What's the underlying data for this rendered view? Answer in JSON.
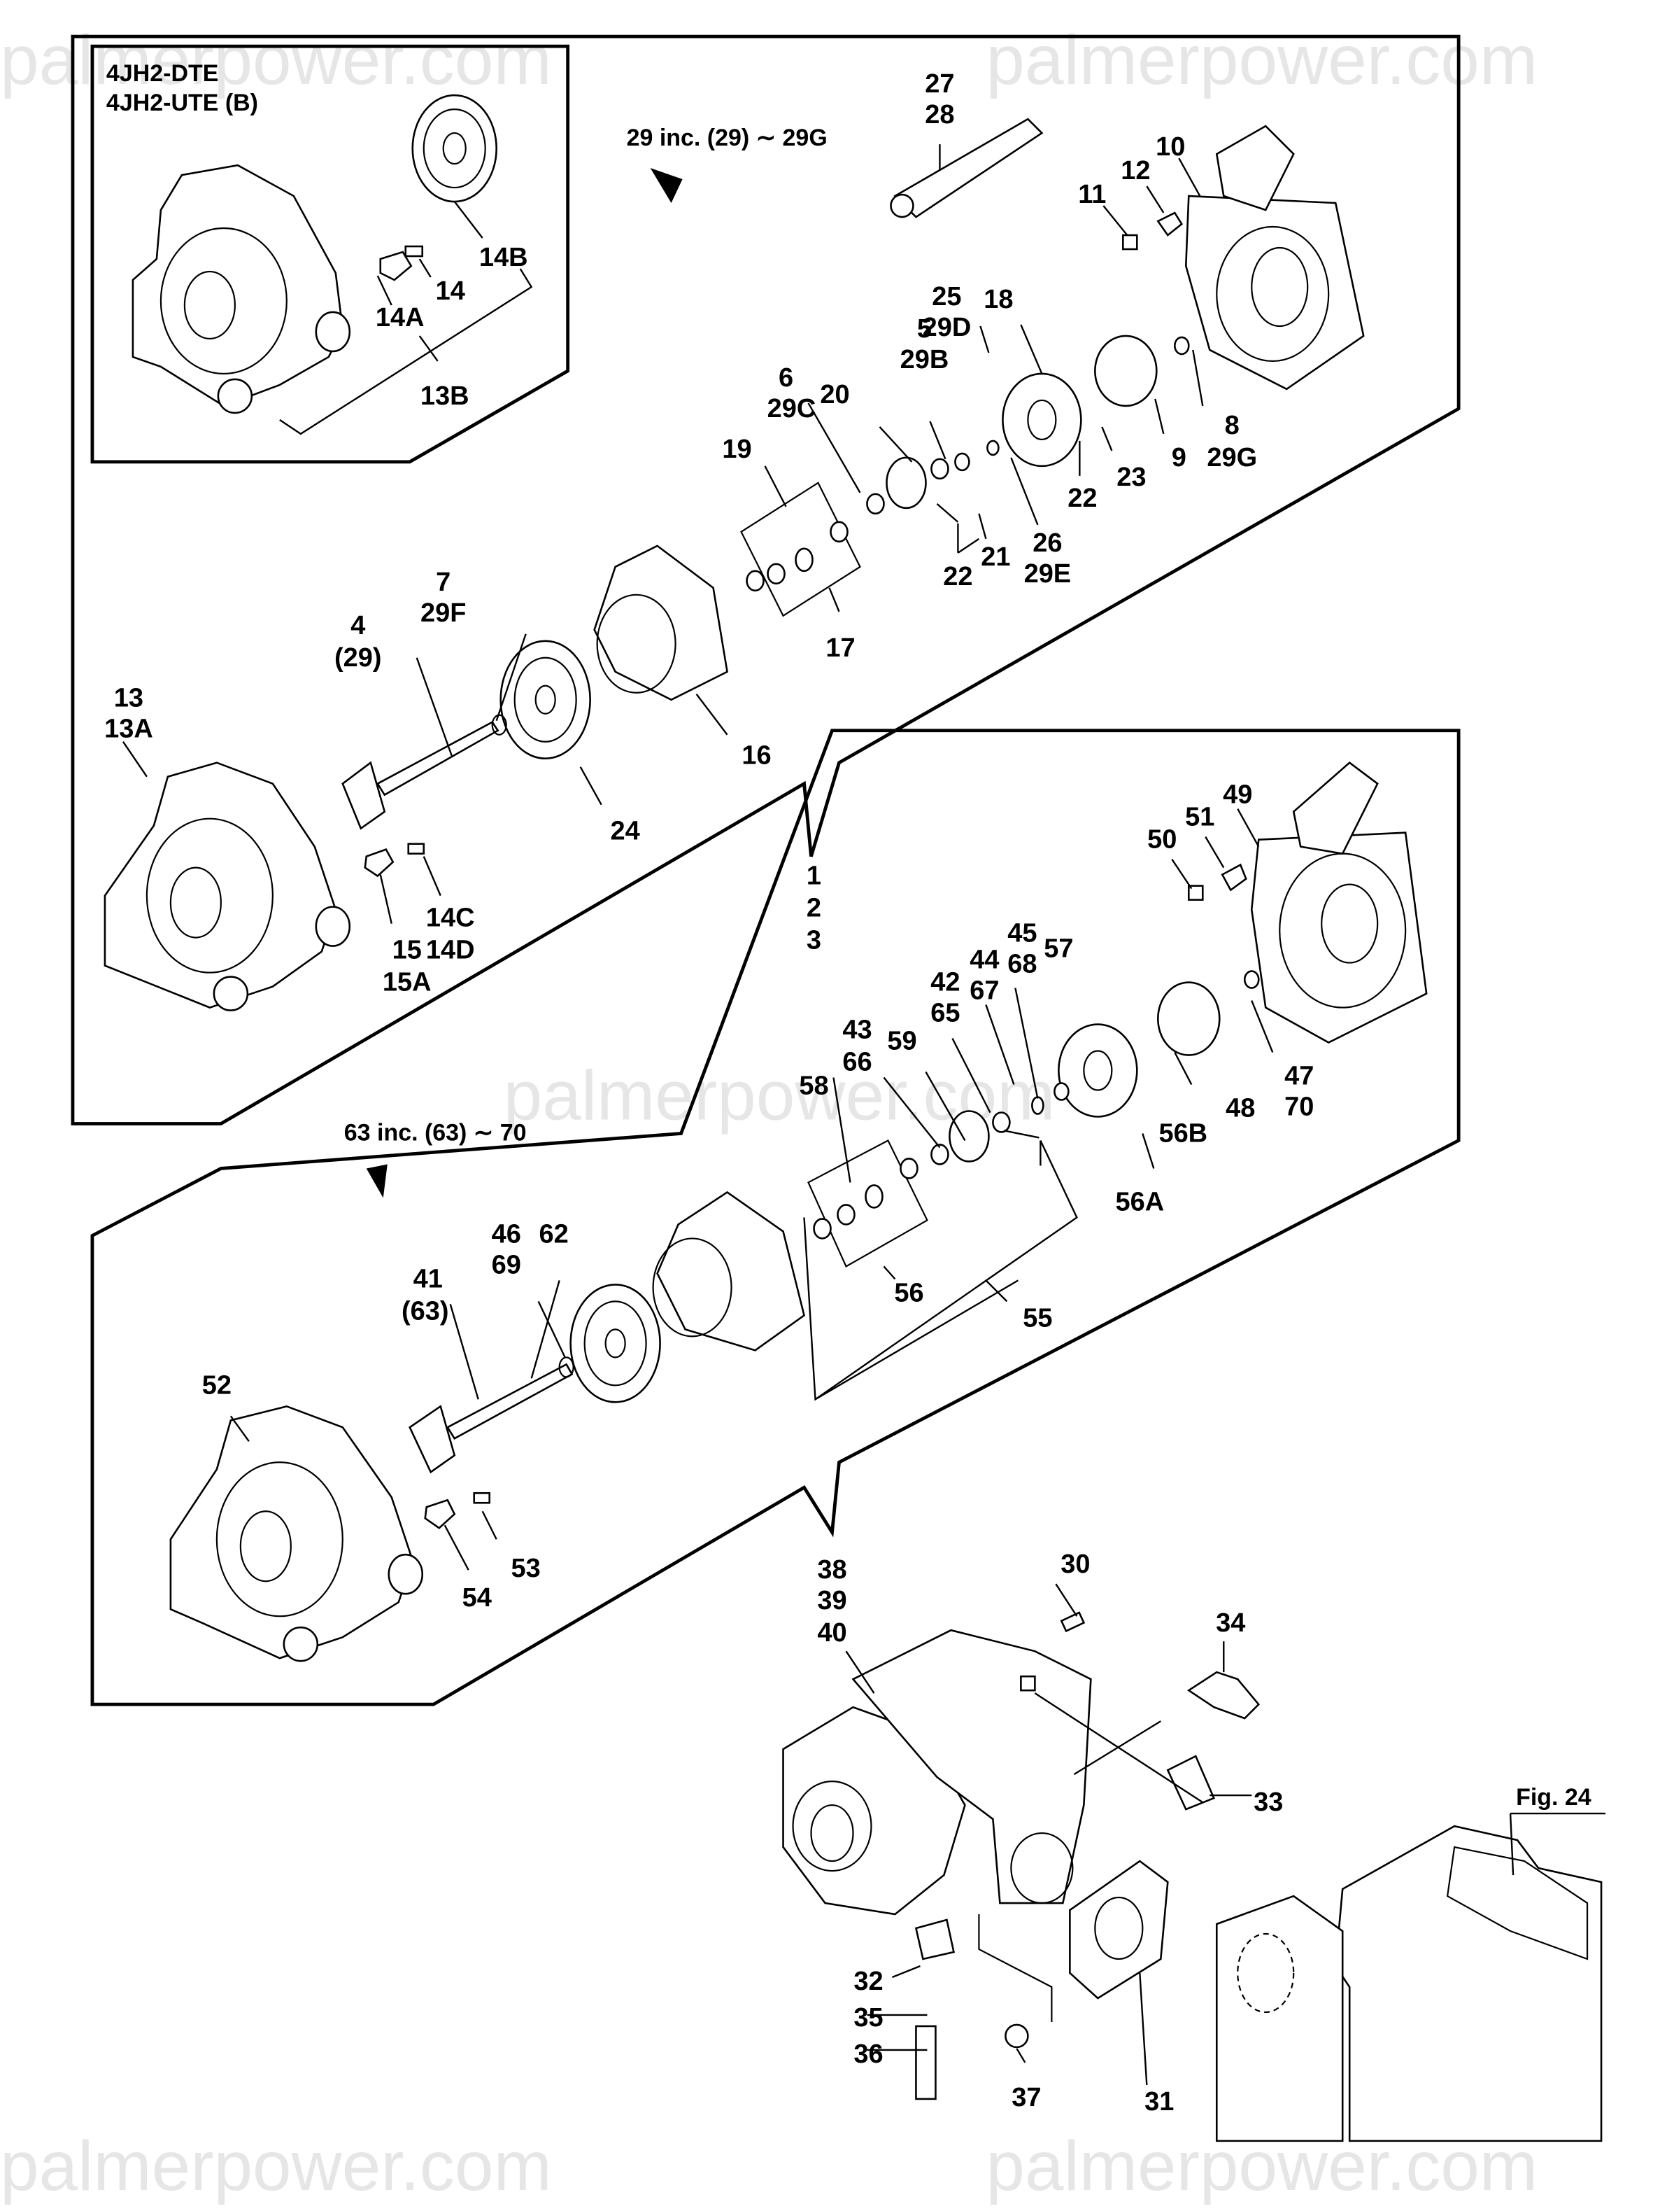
{
  "watermark": {
    "text": "palmerpower.com",
    "color": "#e6e6e6"
  },
  "inset": {
    "models": [
      "4JH2-DTE",
      "4JH2-UTE (B)"
    ],
    "labels": [
      "14B",
      "14",
      "14A",
      "13B"
    ]
  },
  "kits": {
    "kit_29": "29 inc. (29) ∼ 29G",
    "kit_63": "63 inc. (63) ∼ 70"
  },
  "reference": {
    "fig": "Fig. 24"
  },
  "section_a": {
    "labels": [
      {
        "id": "a-27",
        "text": "27"
      },
      {
        "id": "a-28",
        "text": "28"
      },
      {
        "id": "a-10",
        "text": "10"
      },
      {
        "id": "a-12",
        "text": "12"
      },
      {
        "id": "a-11",
        "text": "11"
      },
      {
        "id": "a-25",
        "text": "25"
      },
      {
        "id": "a-29d",
        "text": "29D"
      },
      {
        "id": "a-18",
        "text": "18"
      },
      {
        "id": "a-5",
        "text": "5"
      },
      {
        "id": "a-29b",
        "text": "29B"
      },
      {
        "id": "a-6",
        "text": "6"
      },
      {
        "id": "a-29c",
        "text": "29C"
      },
      {
        "id": "a-20",
        "text": "20"
      },
      {
        "id": "a-19",
        "text": "19"
      },
      {
        "id": "a-17",
        "text": "17"
      },
      {
        "id": "a-22a",
        "text": "22"
      },
      {
        "id": "a-21",
        "text": "21"
      },
      {
        "id": "a-26",
        "text": "26"
      },
      {
        "id": "a-29e",
        "text": "29E"
      },
      {
        "id": "a-22b",
        "text": "22"
      },
      {
        "id": "a-23",
        "text": "23"
      },
      {
        "id": "a-9",
        "text": "9"
      },
      {
        "id": "a-8",
        "text": "8"
      },
      {
        "id": "a-29g",
        "text": "29G"
      },
      {
        "id": "a-7",
        "text": "7"
      },
      {
        "id": "a-29f",
        "text": "29F"
      },
      {
        "id": "a-4",
        "text": "4"
      },
      {
        "id": "a-29p",
        "text": "(29)"
      },
      {
        "id": "a-13",
        "text": "13"
      },
      {
        "id": "a-13a",
        "text": "13A"
      },
      {
        "id": "a-16",
        "text": "16"
      },
      {
        "id": "a-24",
        "text": "24"
      },
      {
        "id": "a-14c",
        "text": "14C"
      },
      {
        "id": "a-14d",
        "text": "14D"
      },
      {
        "id": "a-15",
        "text": "15"
      },
      {
        "id": "a-15a",
        "text": "15A"
      }
    ]
  },
  "assembly_callout": {
    "labels": [
      "1",
      "2",
      "3"
    ]
  },
  "section_b": {
    "labels": [
      {
        "id": "b-49",
        "text": "49"
      },
      {
        "id": "b-51",
        "text": "51"
      },
      {
        "id": "b-50",
        "text": "50"
      },
      {
        "id": "b-45",
        "text": "45"
      },
      {
        "id": "b-68",
        "text": "68"
      },
      {
        "id": "b-57",
        "text": "57"
      },
      {
        "id": "b-44",
        "text": "44"
      },
      {
        "id": "b-67",
        "text": "67"
      },
      {
        "id": "b-42",
        "text": "42"
      },
      {
        "id": "b-65",
        "text": "65"
      },
      {
        "id": "b-43",
        "text": "43"
      },
      {
        "id": "b-66",
        "text": "66"
      },
      {
        "id": "b-59",
        "text": "59"
      },
      {
        "id": "b-58",
        "text": "58"
      },
      {
        "id": "b-47",
        "text": "47"
      },
      {
        "id": "b-70",
        "text": "70"
      },
      {
        "id": "b-48",
        "text": "48"
      },
      {
        "id": "b-56b",
        "text": "56B"
      },
      {
        "id": "b-56a",
        "text": "56A"
      },
      {
        "id": "b-56",
        "text": "56"
      },
      {
        "id": "b-55",
        "text": "55"
      },
      {
        "id": "b-46",
        "text": "46"
      },
      {
        "id": "b-69",
        "text": "69"
      },
      {
        "id": "b-62",
        "text": "62"
      },
      {
        "id": "b-41",
        "text": "41"
      },
      {
        "id": "b-63p",
        "text": "(63)"
      },
      {
        "id": "b-52",
        "text": "52"
      },
      {
        "id": "b-53",
        "text": "53"
      },
      {
        "id": "b-54",
        "text": "54"
      }
    ]
  },
  "section_c": {
    "labels": [
      {
        "id": "c-38",
        "text": "38"
      },
      {
        "id": "c-39",
        "text": "39"
      },
      {
        "id": "c-40",
        "text": "40"
      },
      {
        "id": "c-30",
        "text": "30"
      },
      {
        "id": "c-34",
        "text": "34"
      },
      {
        "id": "c-33",
        "text": "33"
      },
      {
        "id": "c-32",
        "text": "32"
      },
      {
        "id": "c-35",
        "text": "35"
      },
      {
        "id": "c-36",
        "text": "36"
      },
      {
        "id": "c-37",
        "text": "37"
      },
      {
        "id": "c-31",
        "text": "31"
      }
    ]
  }
}
